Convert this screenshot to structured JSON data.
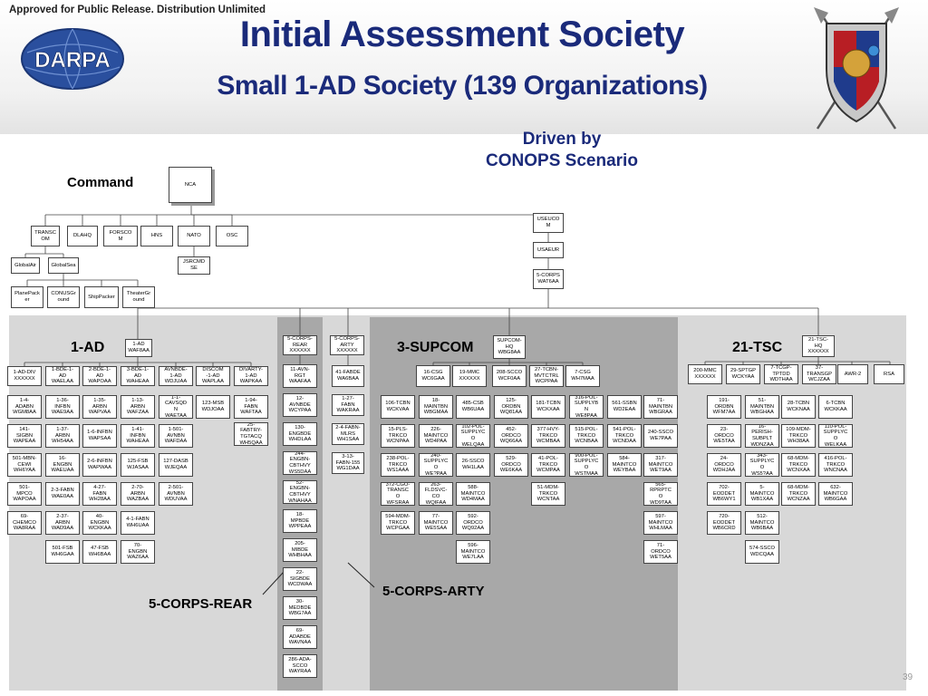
{
  "header": {
    "approved": "Approved for Public Release. Distribution Unlimited",
    "logo_text": "DARPA",
    "title": "Initial Assessment Society",
    "subtitle": "Small 1-AD Society (139 Organizations)",
    "driven_line1": "Driven by",
    "driven_line2": "CONOPS Scenario",
    "page_number": "39"
  },
  "labels": {
    "command": "Command",
    "ad": "1-AD",
    "supcom": "3-SUPCOM",
    "tsc": "21-TSC",
    "rear_callout": "5-CORPS-REAR",
    "arty_callout": "5-CORPS-ARTY"
  },
  "colors": {
    "title": "#1a2a7a",
    "panel_light": "#d8d8d8",
    "panel_dark": "#a8a8a8"
  },
  "command_nodes": [
    {
      "id": "nca",
      "label": "NCA"
    },
    {
      "id": "transcom",
      "label": "TRANSC\nOM"
    },
    {
      "id": "dlahq",
      "label": "DLAHQ"
    },
    {
      "id": "forscom",
      "label": "FORSCO\nM"
    },
    {
      "id": "hns",
      "label": "HNS"
    },
    {
      "id": "nato",
      "label": "NATO"
    },
    {
      "id": "osc",
      "label": "OSC"
    },
    {
      "id": "jsrcmdse",
      "label": "JSRCMD\nSE"
    },
    {
      "id": "globalair",
      "label": "GlobalAir"
    },
    {
      "id": "globalsea",
      "label": "GlobalSea"
    },
    {
      "id": "planepacker",
      "label": "PlanePack\ner"
    },
    {
      "id": "conusground",
      "label": "CONUSGr\nound"
    },
    {
      "id": "shippacker",
      "label": "ShipPacker"
    },
    {
      "id": "theaterground",
      "label": "TheaterGr\nound"
    },
    {
      "id": "useucom",
      "label": "USEUCO\nM"
    },
    {
      "id": "usaeur",
      "label": "USAEUR"
    },
    {
      "id": "corps5",
      "label": "5-CORPS\nWAT6AA"
    }
  ],
  "ad_nodes": [
    {
      "id": "ad1",
      "label": "1-AD\nWAF8AA"
    },
    {
      "id": "addiv",
      "label": "1-AD-DIV\nXXXXXX"
    },
    {
      "id": "bde1",
      "label": "1-BDE-1-\nAD\nWAELAA"
    },
    {
      "id": "bde2",
      "label": "2-BDE-1-\nAD\nWAPOAA"
    },
    {
      "id": "bde3",
      "label": "3-BDE-1-\nAD\nWAHEAA"
    },
    {
      "id": "avnbde",
      "label": "AVNBDE-\n1-AD\nWDJUAA"
    },
    {
      "id": "discom",
      "label": "DISCOM\n-1-AD\nWAPLAA"
    },
    {
      "id": "divarty",
      "label": "DIVARTY-\n1-AD\nWAPKAA"
    },
    {
      "id": "a1",
      "label": "1-4-\nADABN\nWGM8AA"
    },
    {
      "id": "a2",
      "label": "141-\nSIGBN\nWAPEAA"
    },
    {
      "id": "a3",
      "label": "501-MBN-\nCEWI\nWH6YAA"
    },
    {
      "id": "a4",
      "label": "501-\nMPCO\nWAPOAA"
    },
    {
      "id": "a5",
      "label": "69-\nCHEMCO\nWA8RAA"
    },
    {
      "id": "b1",
      "label": "1-36-\nINFBN\nWAE9AA"
    },
    {
      "id": "b2",
      "label": "1-37-\nARBN\nWH54AA"
    },
    {
      "id": "b3",
      "label": "16-\nENGBN\nWAEUAA"
    },
    {
      "id": "b4",
      "label": "2-3-FABN\nWAE0AA"
    },
    {
      "id": "b5",
      "label": "2-37-\nARBN\nWAD9AA"
    },
    {
      "id": "b6",
      "label": "501-FSB\nWH6GAA"
    },
    {
      "id": "c1",
      "label": "1-35-\nARBN\nWAPVAA"
    },
    {
      "id": "c2",
      "label": "1-6-INFBN\nWAPSAA"
    },
    {
      "id": "c3",
      "label": "2-6-INFBN\nWAPWAA"
    },
    {
      "id": "c4",
      "label": "4-27-\nFABN\nWH28AA"
    },
    {
      "id": "c5",
      "label": "40-\nENGBN\nWCKKAA"
    },
    {
      "id": "c6",
      "label": "47-FSB\nWH6BAA"
    },
    {
      "id": "d1",
      "label": "1-13-\nARBN\nWAFZAA"
    },
    {
      "id": "d2",
      "label": "1-41-\nINFBN\nWAHEAA"
    },
    {
      "id": "d3",
      "label": "125-FSB\nWJASAA"
    },
    {
      "id": "d4",
      "label": "2-70-\nARBN\nWAZBAA"
    },
    {
      "id": "d5",
      "label": "4-1-FABN\nWH6UAA"
    },
    {
      "id": "d6",
      "label": "70-\nENGBN\nWAZ6AA"
    },
    {
      "id": "e1",
      "label": "1-1-\nCAVSQD\nN\nWAETAA"
    },
    {
      "id": "e2",
      "label": "1-501-\nAVNBN\nWAFDAA"
    },
    {
      "id": "e3",
      "label": "127-DASB\nWJEQAA"
    },
    {
      "id": "e4",
      "label": "2-501-\nAVNBN\nWDUVAA"
    },
    {
      "id": "f1",
      "label": "123-MSB\nWDJOAA"
    },
    {
      "id": "g1",
      "label": "1-94-\nFABN\nWAFTAA"
    },
    {
      "id": "g2",
      "label": "25-\nFABTRY-\nTGTACQ\nWH5QAA"
    }
  ],
  "rear_nodes": [
    {
      "id": "rear",
      "label": "5-CORPS-\nREAR\nXXXXXX"
    },
    {
      "id": "r1",
      "label": "11-AVN-\nRGT\nWAAFAA"
    },
    {
      "id": "r2",
      "label": "12-\nAVNBDE\nWCYPAA"
    },
    {
      "id": "r3",
      "label": "130-\nENGBDE\nWHDLAA"
    },
    {
      "id": "r4",
      "label": "244-\nENGBN-\nCBTHVY\nWS5DAA"
    },
    {
      "id": "r5",
      "label": "52-\nENGBN-\nCBTHVY\nWNAHAA"
    },
    {
      "id": "r6",
      "label": "18-\nMPBDE\nWPPEAA"
    },
    {
      "id": "r7",
      "label": "205-\nMIBDE\nWHBHAA"
    },
    {
      "id": "r8",
      "label": "22-\nSIGBDE\nWCDWAA"
    },
    {
      "id": "r9",
      "label": "30-\nMEDBDE\nWBG7AA"
    },
    {
      "id": "r10",
      "label": "69-\nADABDE\nWAVNAA"
    },
    {
      "id": "r11",
      "label": "286-ADA-\nSCCO\nWAYRAA"
    }
  ],
  "arty_nodes": [
    {
      "id": "arty",
      "label": "5-CORPS-\nARTY\nXXXXXX"
    },
    {
      "id": "t1",
      "label": "41-FABDE\nWA6BAA"
    },
    {
      "id": "t2",
      "label": "1-27-\nFABN\nWAKRAA"
    },
    {
      "id": "t3",
      "label": "2-4-FABN-\nMLRS\nWH1SAA"
    },
    {
      "id": "t4",
      "label": "3-13-\nFABN-155\nWG1DAA"
    }
  ],
  "supcom_nodes": [
    {
      "id": "sup",
      "label": "SUPCOM-\nHQ\nWBG8AA"
    },
    {
      "id": "s16csg",
      "label": "16-CSG\nWC6GAA"
    },
    {
      "id": "s19mmc",
      "label": "19-MMC\nXXXXXX"
    },
    {
      "id": "s208",
      "label": "208-SCCO\nWCF0AA"
    },
    {
      "id": "s27",
      "label": "27-TCBN-\nMVTCTRL\nWCPPAA"
    },
    {
      "id": "s7csg",
      "label": "7-CSG\nWH7MAA"
    },
    {
      "id": "u1",
      "label": "106-TCBN\nWCKVAA"
    },
    {
      "id": "u2",
      "label": "18-\nMAINTBN\nWBGMAA"
    },
    {
      "id": "u3",
      "label": "485-CSB\nWB6UAA"
    },
    {
      "id": "u4",
      "label": "125-\nORDBN\nWQ81AA"
    },
    {
      "id": "u5",
      "label": "181-TCBN\nWCKXAA"
    },
    {
      "id": "u6",
      "label": "316-POL-\nSUPPLYB\nN\nWE8PAA"
    },
    {
      "id": "u7",
      "label": "561-SSBN\nWD2EAA"
    },
    {
      "id": "u8",
      "label": "71-\nMAINTBN\nWBGRAA"
    },
    {
      "id": "v1",
      "label": "15-PLS-\nTRKCO\nWCNPAA"
    },
    {
      "id": "v2",
      "label": "226-\nMAINTCO\nWD4PAA"
    },
    {
      "id": "v3",
      "label": "102-POL-\nSUPPLYC\nO\nWELQAA"
    },
    {
      "id": "v4",
      "label": "452-\nORDCO\nWQ66AA"
    },
    {
      "id": "v5",
      "label": "377-HVY-\nTRKCO\nWCMBAA"
    },
    {
      "id": "v6",
      "label": "515-POL-\nTRKCO\nWCNBAA"
    },
    {
      "id": "v7",
      "label": "541-POL-\nTRKCO\nWCNDAA"
    },
    {
      "id": "v8",
      "label": "240-SSCO\nWE7PAA"
    },
    {
      "id": "w2",
      "label": "240-\nSUPPLYC\nO\nWE?PAA"
    },
    {
      "id": "w3",
      "label": "26-SSCO\nWH1LAA"
    },
    {
      "id": "w4",
      "label": "529-\nORDCO\nWE6KAA"
    },
    {
      "id": "w5",
      "label": "41-POL-\nTRKCO\nWCMPAA"
    },
    {
      "id": "w6",
      "label": "900-POL-\nSUPPLYC\nO\nWSTMAA"
    },
    {
      "id": "w7",
      "label": "584-\nMAINTCO\nWEYBAA"
    },
    {
      "id": "w8",
      "label": "317-\nMAINTCO\nWET9AA"
    },
    {
      "id": "x0",
      "label": "238-POL-\nTRKCO\nWS1AAA"
    },
    {
      "id": "y0",
      "label": "372-CGO-\nTRANSC\nO\nWFSRAA"
    },
    {
      "id": "y1",
      "label": "263-\nFLDSVC-\nCO\nWQIFAA"
    },
    {
      "id": "y2",
      "label": "588-\nMAINTCO\nWD4MAA"
    },
    {
      "id": "y4",
      "label": "51-MDM-\nTRKCO\nWCNTAA"
    },
    {
      "id": "y8",
      "label": "565-\nRPRPTC\nO\nWD9TAA"
    },
    {
      "id": "z0",
      "label": "594-MDM-\nTRKCO\nWCPGAA"
    },
    {
      "id": "z1",
      "label": "77-\nMAINTCO\nWE5SAA"
    },
    {
      "id": "z2",
      "label": "592-\nORDCO\nWQ92AA"
    },
    {
      "id": "z8",
      "label": "597-\nMAINTCO\nWHLMAA"
    },
    {
      "id": "q2",
      "label": "596-\nMAINTCO\nWE7LAA"
    },
    {
      "id": "q8",
      "label": "71-\nORDCO\nWET5AA"
    }
  ],
  "tsc_nodes": [
    {
      "id": "tschq",
      "label": "21-TSC-\nHQ\nXXXXXX"
    },
    {
      "id": "h1",
      "label": "200-MMC\nXXXXXX"
    },
    {
      "id": "h2",
      "label": "29-SPTGP\nWCKYAA"
    },
    {
      "id": "h3",
      "label": "7-TCGP-\nTPTDD\nWDTHAA"
    },
    {
      "id": "h4",
      "label": "37-\nTRANSGP\nWCJZAA"
    },
    {
      "id": "h5",
      "label": "AWR-2"
    },
    {
      "id": "h6",
      "label": "RSA"
    },
    {
      "id": "k1",
      "label": "191-\nORDBN\nWFM7AA"
    },
    {
      "id": "k2",
      "label": "51-\nMAINTBN\nWBGHAA"
    },
    {
      "id": "k3",
      "label": "28-TCBN\nWCKNAA"
    },
    {
      "id": "k4",
      "label": "6-TCBN\nWCKKAA"
    },
    {
      "id": "m1",
      "label": "23-\nORDCO\nWE5TAA"
    },
    {
      "id": "m2",
      "label": "16-\nPERISH-\nSUBPLT\nWDNZAA"
    },
    {
      "id": "m3",
      "label": "109-MDM-\nTRKCO\nWH38AA"
    },
    {
      "id": "m4",
      "label": "110-POL-\nSUPPLYC\nO\nWELKAA"
    },
    {
      "id": "n1",
      "label": "24-\nORDCO\nWDHJAA"
    },
    {
      "id": "n2",
      "label": "343-\nSUPPLYC\nO\nWS5?AA"
    },
    {
      "id": "n3",
      "label": "68-MDM-\nTRKCO\nWCNXAA"
    },
    {
      "id": "n4",
      "label": "416-POL-\nTRKCO\nWNCNAA"
    },
    {
      "id": "o1",
      "label": "702-\nEODDET\nWB6WY1"
    },
    {
      "id": "o2",
      "label": "5-\nMAINTCO\nWB1XAA"
    },
    {
      "id": "o3",
      "label": "68-MDM-\nTRKCO\nWCNZAA"
    },
    {
      "id": "o4",
      "label": "632-\nMAINTCO\nWB6GAA"
    },
    {
      "id": "p1",
      "label": "720-\nEODDET\nWB6CRD"
    },
    {
      "id": "p2",
      "label": "512-\nMAINTCO\nWB6BAA"
    },
    {
      "id": "p3",
      "label": "574-SSCO\nWDCQAA"
    }
  ]
}
